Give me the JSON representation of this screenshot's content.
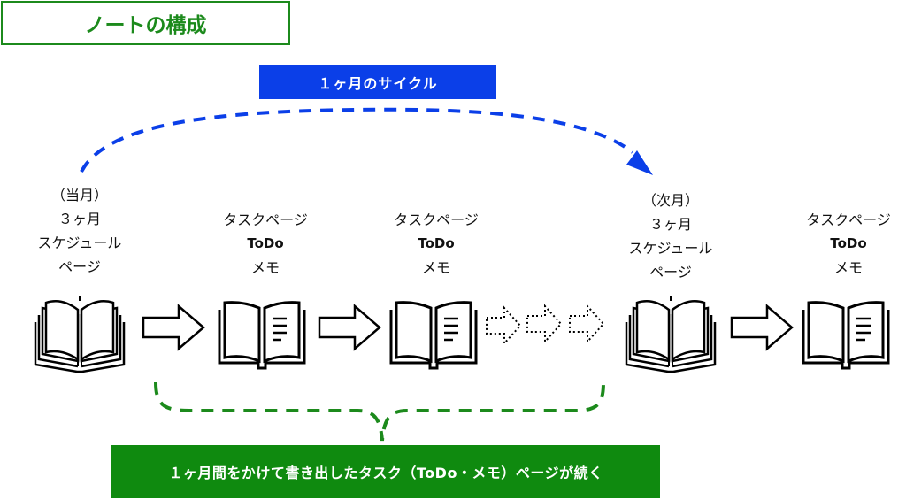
{
  "title": "ノートの構成",
  "cycle_label": "１ヶ月のサイクル",
  "bottom_note": "１ヶ月間をかけて書き出したタスク（ToDo・メモ）ページが続く",
  "pages": [
    {
      "lines": [
        "（当月）",
        "３ヶ月",
        "スケジュール",
        "ページ"
      ],
      "book": "schedule-book"
    },
    {
      "lines": [
        "タスクページ",
        "ToDo",
        "メモ"
      ],
      "book": "task-book"
    },
    {
      "lines": [
        "タスクページ",
        "ToDo",
        "メモ"
      ],
      "book": "task-book"
    },
    {
      "lines": [
        "（次月）",
        "３ヶ月",
        "スケジュール",
        "ページ"
      ],
      "book": "schedule-book"
    },
    {
      "lines": [
        "タスクページ",
        "ToDo",
        "メモ"
      ],
      "book": "task-book"
    }
  ],
  "colors": {
    "title_green": "#1c8a1c",
    "cycle_blue": "#0b3fe8",
    "bracket_green": "#1c8a1c",
    "banner_green": "#0f8a0f"
  }
}
